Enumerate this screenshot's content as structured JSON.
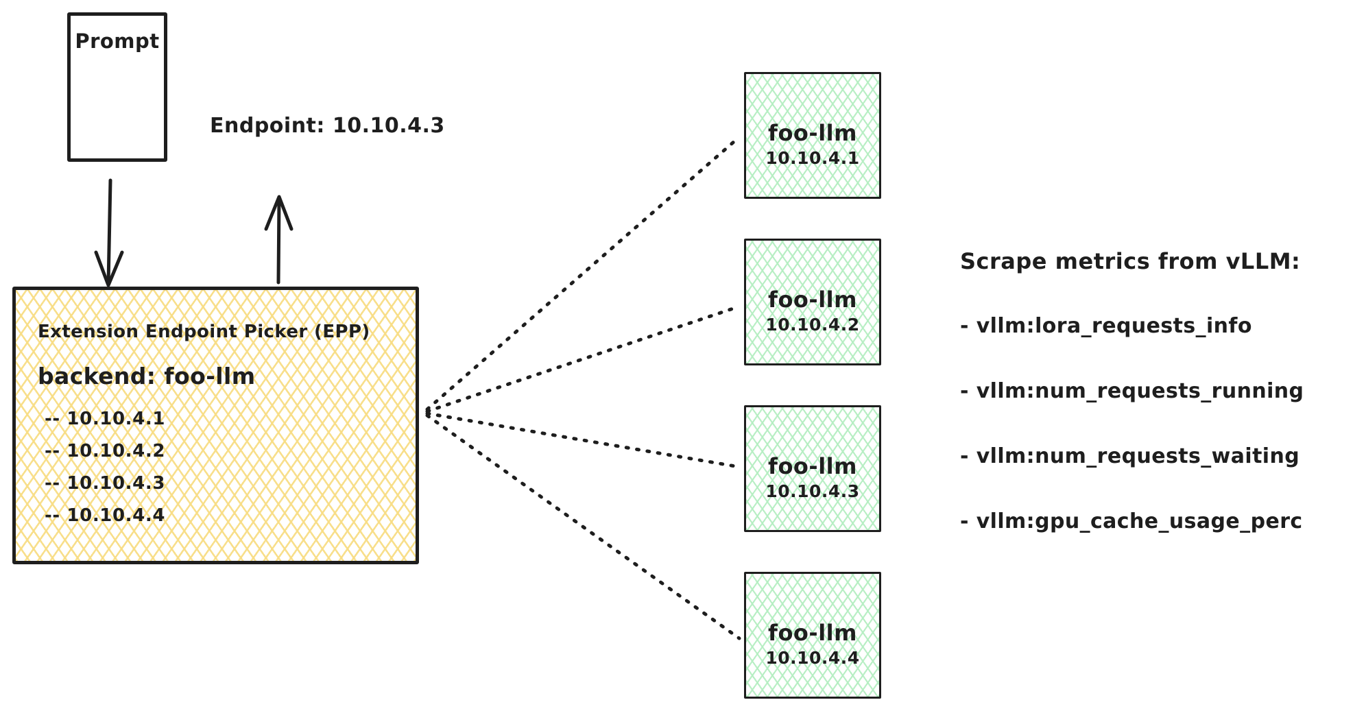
{
  "colors": {
    "stroke": "#1e1e1e",
    "epp_hatch_yellow": "#f8dd85",
    "backend_hatch_green": "#b5eec2"
  },
  "prompt_box": {
    "label": "Prompt"
  },
  "endpoint_label": "Endpoint: 10.10.4.3",
  "epp": {
    "title": "Extension Endpoint Picker (EPP)",
    "backend_line": "backend: foo-llm",
    "endpoints": [
      "-- 10.10.4.1",
      "-- 10.10.4.2",
      "-- 10.10.4.3",
      "-- 10.10.4.4"
    ]
  },
  "backends": [
    {
      "name": "foo-llm",
      "ip": "10.10.4.1"
    },
    {
      "name": "foo-llm",
      "ip": "10.10.4.2"
    },
    {
      "name": "foo-llm",
      "ip": "10.10.4.3"
    },
    {
      "name": "foo-llm",
      "ip": "10.10.4.4"
    }
  ],
  "metrics": {
    "title": "Scrape metrics from vLLM:",
    "items": [
      "- vllm:lora_requests_info",
      "- vllm:num_requests_running",
      "- vllm:num_requests_waiting",
      "- vllm:gpu_cache_usage_perc"
    ]
  }
}
